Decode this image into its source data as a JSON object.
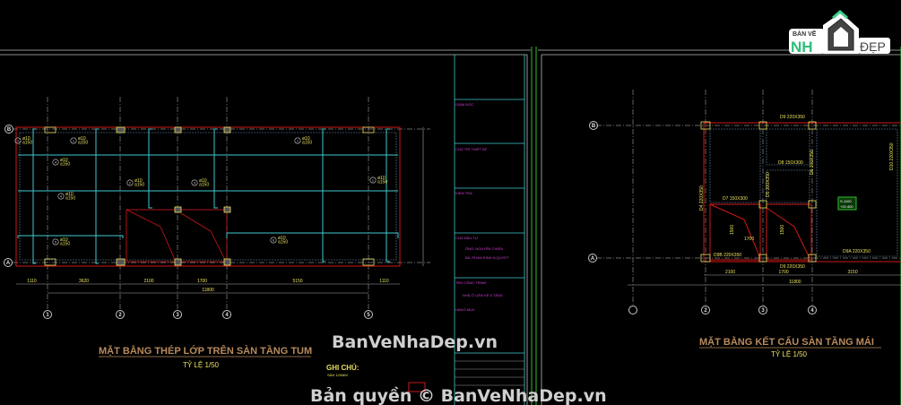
{
  "logo": {
    "text_top": "BẢN VẼ",
    "text_nh": "NH",
    "text_dep": "ĐẸP"
  },
  "left_drawing": {
    "title": "MẶT BẰNG THÉP LỚP TRÊN SÀN TẦNG TUM",
    "scale": "TỶ LỆ 1/50",
    "axes_x": [
      "1",
      "2",
      "3",
      "4",
      "5"
    ],
    "axes_y": [
      "B",
      "A"
    ],
    "dims": [
      "1110",
      "3620",
      "2100",
      "1700",
      "5150",
      "1110"
    ],
    "dim_total": "11800",
    "rebar_labels": [
      "ø10 a150",
      "ø10 a150",
      "ø10 a150",
      "ø10 a150",
      "ø10 a150",
      "ø10 a150",
      "ø10 a150",
      "ø10 a150",
      "ø10 a150",
      "ø10 a150"
    ],
    "rebar_marks": [
      "1",
      "1",
      "4",
      "4",
      "5",
      "2",
      "3",
      "1",
      "1",
      "6"
    ],
    "notes_title": "GHI CHÚ:",
    "notes_text": "SÀN 120MM"
  },
  "title_block": {
    "rows": [
      "GIÁM ĐỐC",
      "CHỦ TRÌ THIẾT KẾ",
      "KIỂM TRA",
      "CHỦ ĐẦU TƯ",
      "TÊN CÔNG TRÌNH",
      "HẠNG MỤC"
    ],
    "owner_1": "ÔNG: NGUYỄN CHIẾN",
    "owner_2": "BÀ: PHAN ĐINH N.QUYẾT",
    "project": "NHÀ Ở LIỀN KỀ 5 TẦNG"
  },
  "right_drawing": {
    "title": "MẶT BẰNG KẾT CẤU SÀN TẦNG MÁI",
    "scale": "TỶ LỆ 1/50",
    "axes_x": [
      "2",
      "3",
      "4"
    ],
    "axes_y": [
      "B",
      "A"
    ],
    "beams": [
      "D9 220X350",
      "D8 150X300",
      "D7 150X300",
      "D9B 220X350",
      "D9A 220X350",
      "D9 220X350",
      "D4 220X350",
      "D5 300X350",
      "D6 200X350",
      "D10 220X350"
    ],
    "dims": [
      "2100",
      "1700",
      "3150"
    ],
    "dim_total": "11800",
    "level_tag": [
      "S-1100",
      "+20.400"
    ],
    "stair_dims": [
      "1700",
      "1500",
      "1500"
    ]
  },
  "watermarks": [
    "BanVeNhaDep.vn",
    "Bản quyền © BanVeNhaDep.vn"
  ],
  "colors": {
    "background": "#000000",
    "cyan": "#3fc8d0",
    "red": "#d01818",
    "yellow": "#e8e060",
    "magenta": "#d040d0",
    "title_brown": "#b88a5c",
    "frame_green": "#30c030"
  }
}
